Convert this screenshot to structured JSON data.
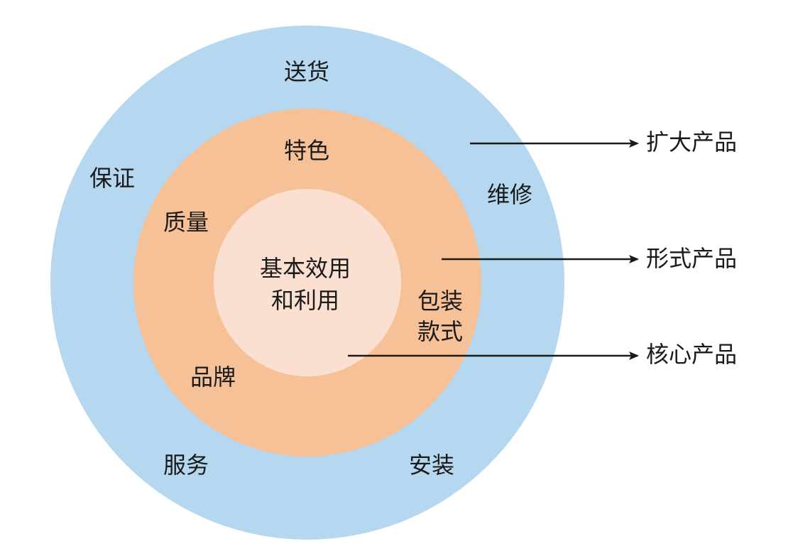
{
  "colors": {
    "outer_ring": "#b5d7f0",
    "middle_ring": "#f6c197",
    "core": "#fbe0d1",
    "arrow": "#1a1a1a",
    "text": "#1a1a1a"
  },
  "rings": {
    "outer": {
      "items": [
        "送货",
        "保证",
        "维修",
        "服务",
        "安装"
      ],
      "arrow_label": "扩大产品"
    },
    "middle": {
      "items": [
        "特色",
        "质量",
        "包装",
        "款式",
        "品牌"
      ],
      "arrow_label": "形式产品"
    },
    "core": {
      "lines": [
        "基本效用",
        "和利用"
      ],
      "arrow_label": "核心产品"
    }
  }
}
